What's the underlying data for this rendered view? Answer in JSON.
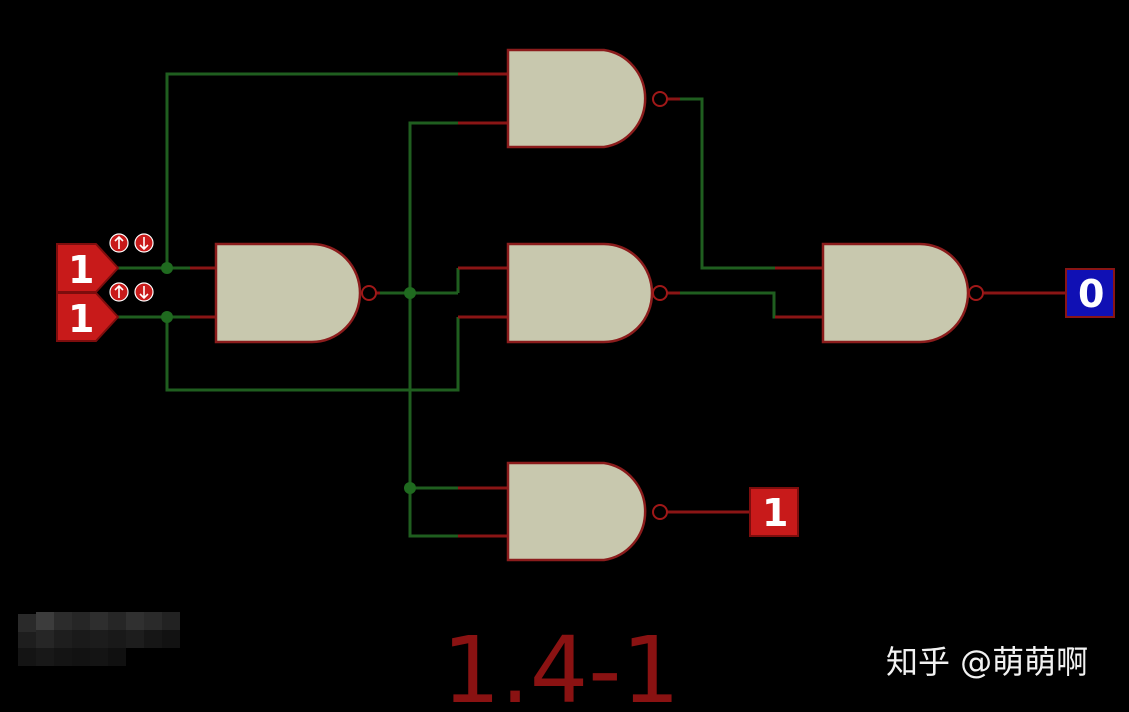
{
  "inputs": [
    {
      "value": "1"
    },
    {
      "value": "1"
    }
  ],
  "outputs": {
    "top": {
      "value": "0",
      "color": "#1010b4"
    },
    "bottom": {
      "value": "1",
      "color": "#c81a1a"
    }
  },
  "figure_label": "1.4-1",
  "watermark": "知乎 @萌萌啊",
  "colors": {
    "background": "#000000",
    "gate_fill": "#c8c8ae",
    "gate_stroke": "#8b1c1c",
    "wire_active": "#1f5e1f",
    "wire_lead": "#8a1515",
    "logic_high": "#c81a1a",
    "logic_low": "#1010b4"
  },
  "icons": [
    "rising-edge-icon",
    "falling-edge-icon",
    "nand-gate-icon"
  ]
}
